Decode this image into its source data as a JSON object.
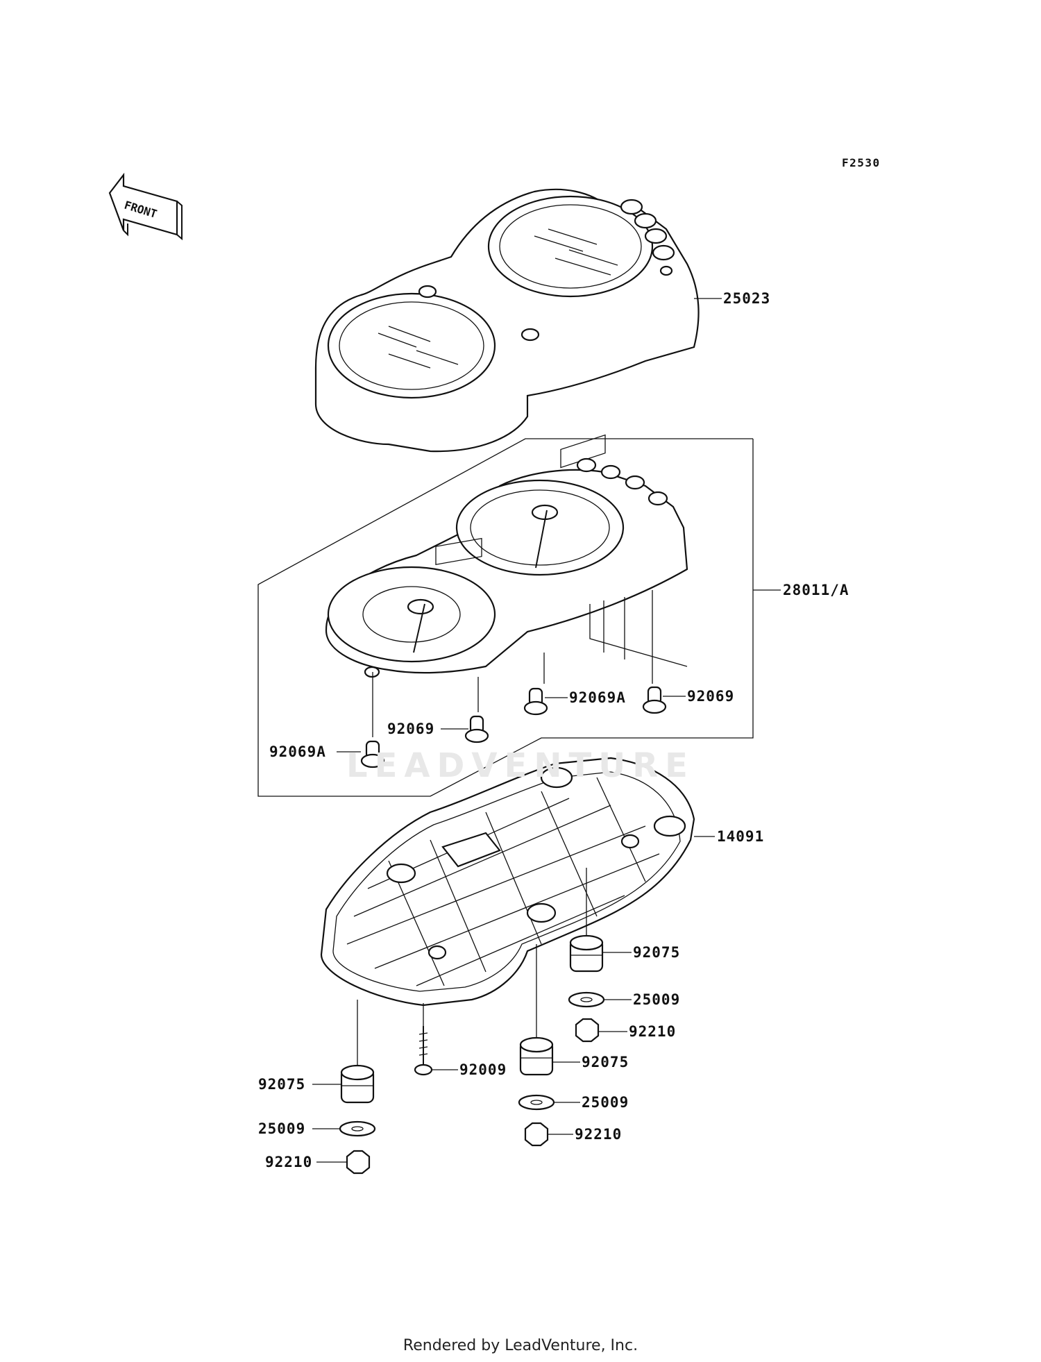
{
  "figure_id": "F2530",
  "front_indicator": "FRONT",
  "watermark": "LEADVENTURE",
  "footer": "Rendered by LeadVenture, Inc.",
  "callouts": {
    "c25023": "25023",
    "c28011A": "28011/A",
    "c92069A_right": "92069A",
    "c92069_right": "92069",
    "c92069_center": "92069",
    "c92069A_left": "92069A",
    "c14091": "14091",
    "c92075_right_upper": "92075",
    "c25009_right_upper": "25009",
    "c92210_right_upper": "92210",
    "c92009": "92009",
    "c92075_center": "92075",
    "c25009_center": "25009",
    "c92210_center": "92210",
    "c92075_left": "92075",
    "c25009_left": "25009",
    "c92210_left": "92210"
  }
}
